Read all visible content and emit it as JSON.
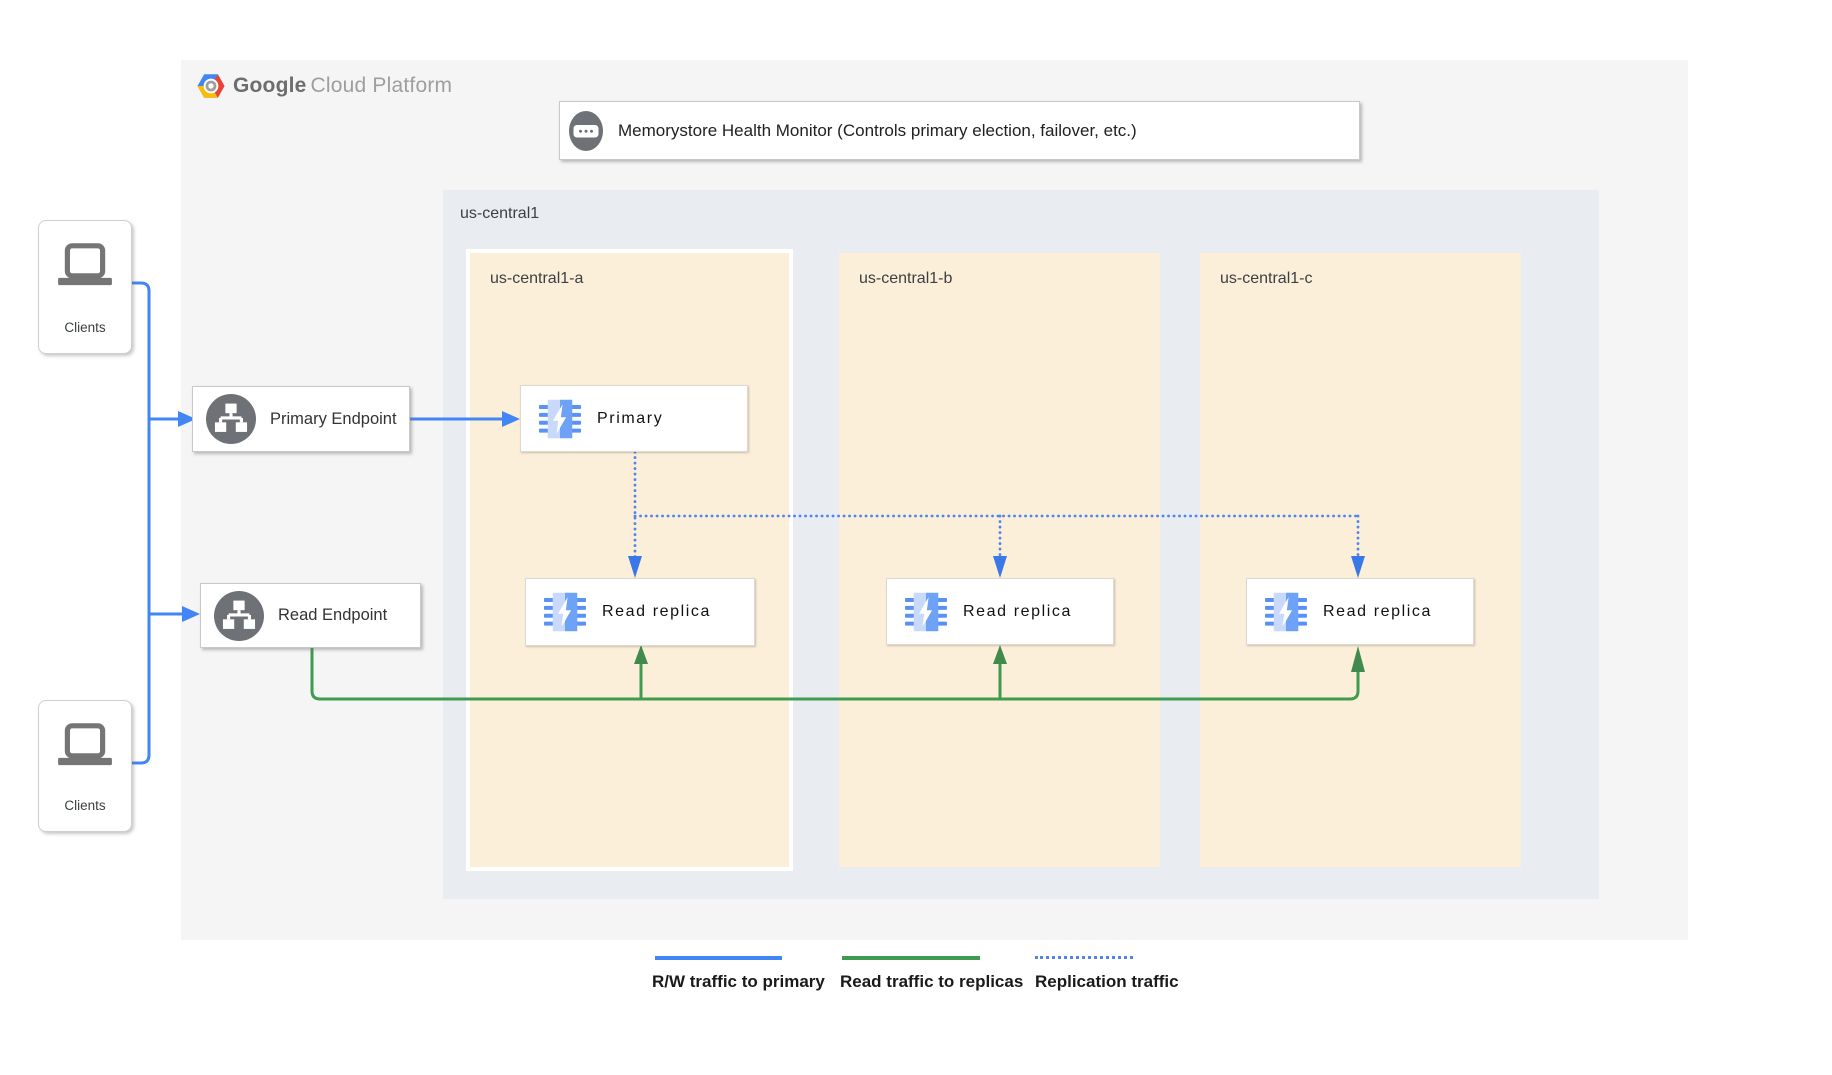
{
  "logo": {
    "google": "Google",
    "cloud": "Cloud Platform",
    "icon": "gcp-hexagon-icon"
  },
  "health_monitor": {
    "label": "Memorystore Health Monitor (Controls primary election, failover, etc.)",
    "icon": "memorystore-monitor-icon"
  },
  "region": {
    "label": "us-central1",
    "zones": [
      {
        "label": "us-central1-a"
      },
      {
        "label": "us-central1-b"
      },
      {
        "label": "us-central1-c"
      }
    ]
  },
  "clients": [
    {
      "label": "Clients",
      "icon": "laptop-icon"
    },
    {
      "label": "Clients",
      "icon": "laptop-icon"
    }
  ],
  "endpoints": [
    {
      "label": "Primary Endpoint",
      "icon": "network-endpoint-icon"
    },
    {
      "label": "Read Endpoint",
      "icon": "network-endpoint-icon"
    }
  ],
  "nodes": {
    "primary": {
      "label": "Primary",
      "icon": "memorystore-icon"
    },
    "replicas": [
      {
        "label": "Read replica",
        "icon": "memorystore-icon"
      },
      {
        "label": "Read replica",
        "icon": "memorystore-icon"
      },
      {
        "label": "Read replica",
        "icon": "memorystore-icon"
      }
    ]
  },
  "legend": [
    {
      "label": "R/W traffic to primary",
      "style": "solid",
      "color": "#4285f4"
    },
    {
      "label": "Read traffic to replicas",
      "style": "solid",
      "color": "#3f9b4f"
    },
    {
      "label": "Replication traffic",
      "style": "dotted",
      "color": "#4e86ee"
    }
  ],
  "colors": {
    "blue": "#4285f4",
    "green": "#3f9b4f",
    "panel_bg": "#f5f5f5",
    "region_bg": "#e9edf1",
    "zone_bg": "#fcefd9",
    "icon_gray": "#6e7277"
  }
}
